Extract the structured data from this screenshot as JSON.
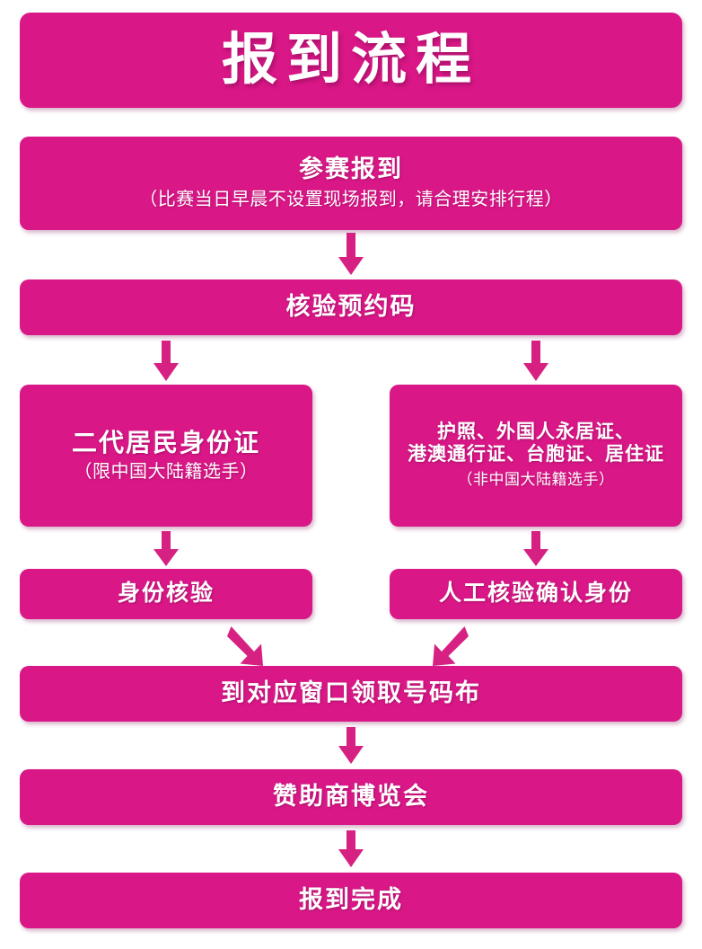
{
  "page": {
    "title": "报到流程",
    "accent_color": "#d91786",
    "arrow_color": "#d62183",
    "background_color": "#ffffff",
    "text_color": "#ffffff"
  },
  "flow": {
    "title_box": {
      "label": "报到流程"
    },
    "steps": [
      {
        "id": "step1",
        "main": "参赛报到",
        "sub": "（比赛当日早晨不设置现场报到，请合理安排行程）"
      },
      {
        "id": "step2",
        "main": "核验预约码",
        "sub": ""
      },
      {
        "id": "branch_left",
        "main": "二代居民身份证",
        "sub": "（限中国大陆籍选手）"
      },
      {
        "id": "branch_right",
        "main_line1": "护照、外国人永居证、",
        "main_line2": "港澳通行证、台胞证、居住证",
        "sub": "（非中国大陆籍选手）"
      },
      {
        "id": "verify_left",
        "main": "身份核验",
        "sub": ""
      },
      {
        "id": "verify_right",
        "main": "人工核验确认身份",
        "sub": ""
      },
      {
        "id": "step5",
        "main": "到对应窗口领取号码布",
        "sub": ""
      },
      {
        "id": "step6",
        "main": "赞助商博览会",
        "sub": ""
      },
      {
        "id": "step7",
        "main": "报到完成",
        "sub": ""
      }
    ],
    "connectors": [
      {
        "id": "c1",
        "from": "step1",
        "to": "step2",
        "direction": "down"
      },
      {
        "id": "c2",
        "from": "step2",
        "to": "branch_left",
        "direction": "down"
      },
      {
        "id": "c3",
        "from": "step2",
        "to": "branch_right",
        "direction": "down"
      },
      {
        "id": "c4",
        "from": "branch_left",
        "to": "verify_left",
        "direction": "down"
      },
      {
        "id": "c5",
        "from": "branch_right",
        "to": "verify_right",
        "direction": "down"
      },
      {
        "id": "c6",
        "from": "verify_left",
        "to": "step5",
        "direction": "down-right"
      },
      {
        "id": "c7",
        "from": "verify_right",
        "to": "step5",
        "direction": "down-left"
      },
      {
        "id": "c8",
        "from": "step5",
        "to": "step6",
        "direction": "down"
      },
      {
        "id": "c9",
        "from": "step6",
        "to": "step7",
        "direction": "down"
      }
    ]
  }
}
